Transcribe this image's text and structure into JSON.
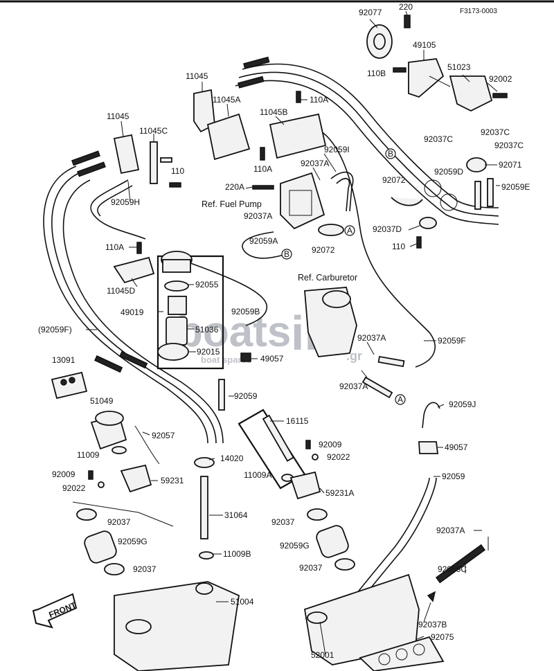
{
  "code": "F3173-0003",
  "watermark": {
    "brand_a": "boats",
    "brand_b": "in",
    "domain": ".gr",
    "tagline": "boat spares"
  },
  "front_label": "FRONT",
  "callouts": {
    "a": "A",
    "b": "B"
  },
  "labels": {
    "p92077": "92077",
    "p220": "220",
    "p49105": "49105",
    "p51023": "51023",
    "p110B": "110B",
    "p92002": "92002",
    "p11045_a": "11045",
    "p11045A": "11045A",
    "p110A_a": "110A",
    "p11045B": "11045B",
    "p11045_b": "11045",
    "p11045C": "11045C",
    "p110A_b": "110A",
    "p92059I": "92059I",
    "p92037C_a": "92037C",
    "p92037C_b": "92037C",
    "p92037C_c": "92037C",
    "p92037A_a": "92037A",
    "p110_a": "110",
    "p92071": "92071",
    "p92059D": "92059D",
    "p220A": "220A",
    "p92072_a": "92072",
    "p92059E": "92059E",
    "p92059H": "92059H",
    "ref_fuel_pump": "Ref. Fuel Pump",
    "p92037A_b": "92037A",
    "p92037D": "92037D",
    "p92059A": "92059A",
    "p92072_b": "92072",
    "p110_b": "110",
    "p110A_c": "110A",
    "ref_carburetor": "Ref. Carburetor",
    "p11045D": "11045D",
    "p92055": "92055",
    "p49019": "49019",
    "p92059B": "92059B",
    "p51036": "51036",
    "p92059F_paren": "(92059F)",
    "p92037A_c": "92037A",
    "p92059F": "92059F",
    "p92015": "92015",
    "p49057_a": "49057",
    "p13091": "13091",
    "p92037A_d": "92037A",
    "p92059": "92059",
    "p51049": "51049",
    "p16115": "16115",
    "p92059J": "92059J",
    "p92057": "92057",
    "p92009_a": "92009",
    "p49057_b": "49057",
    "p11009": "11009",
    "p14020": "14020",
    "p92022_a": "92022",
    "p92009_b": "92009",
    "p11009A": "11009A",
    "p92059_b": "92059",
    "p59231": "59231",
    "p92022_b": "92022",
    "p59231A": "59231A",
    "p31064": "31064",
    "p92037_a": "92037",
    "p92037_b": "92037",
    "p92037A_e": "92037A",
    "p92059G_a": "92059G",
    "p92059G_b": "92059G",
    "p11009B": "11009B",
    "p92037_c": "92037",
    "p92037_d": "92037",
    "p92059C": "92059C",
    "p51004": "51004",
    "p92037B": "92037B",
    "p92075": "92075",
    "p52001": "52001"
  }
}
